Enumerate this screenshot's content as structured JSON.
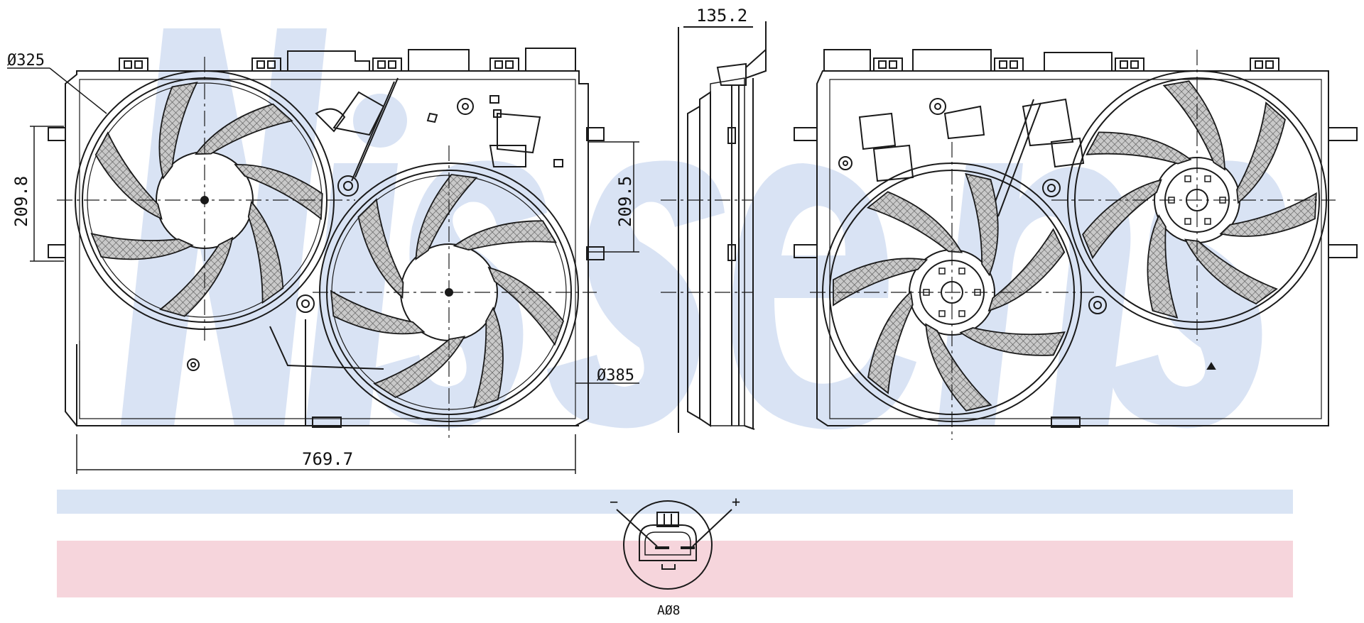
{
  "dimensions": {
    "left_fan_diameter": "Ø325",
    "right_fan_diameter": "Ø385",
    "overall_width": "769.7",
    "left_height": "209.8",
    "right_height": "209.5",
    "depth": "135.2"
  },
  "connector": {
    "minus_label": "−",
    "plus_label": "+",
    "code": "AØ8"
  },
  "watermark": {
    "brand_text": "NISSENS",
    "band_top_color": "#d9e4f4",
    "band_bottom_color": "#f6d5dc",
    "watermark_color": "#d5e0f3"
  },
  "colors": {
    "line": "#1a1a1a",
    "blade_fill": "#bdbdbd"
  }
}
